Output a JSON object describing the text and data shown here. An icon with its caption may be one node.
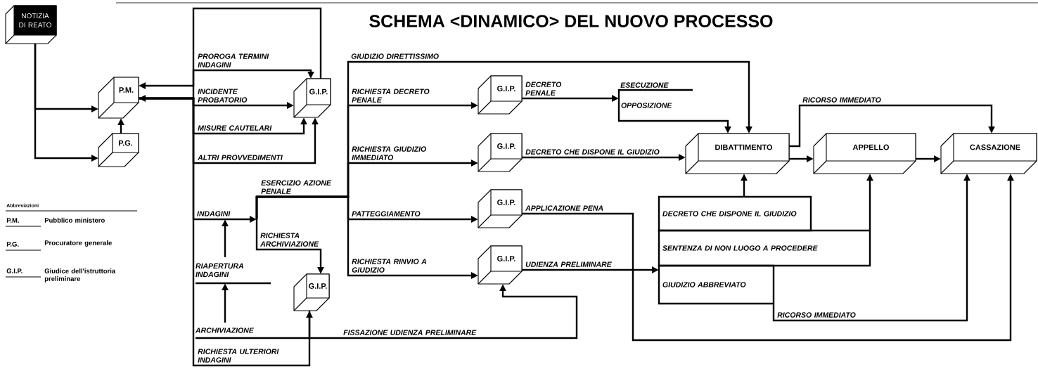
{
  "diagram": {
    "title": "SCHEMA <DINAMICO> DEL NUOVO PROCESSO",
    "nodes": [
      {
        "text": [
          "NOTIZIA DI REATO"
        ]
      },
      {
        "text": [
          "P.M."
        ]
      },
      {
        "text": [
          "P.G."
        ]
      },
      {
        "text": [
          "G.I.P."
        ]
      },
      {
        "text": [
          "INDAGINI"
        ]
      },
      {
        "text": [
          "RIAPERTURA INDAGINI"
        ]
      },
      {
        "text": [
          "ARCHIVIAZIONE"
        ]
      },
      {
        "text": [
          "G.I.P."
        ]
      },
      {
        "text": [
          "G.I.P."
        ]
      },
      {
        "text": [
          "G.I.P."
        ]
      },
      {
        "text": [
          "G.I.P."
        ]
      },
      {
        "text": [
          "G.I.P."
        ]
      },
      {
        "text": [
          "ESECUZIONE",
          "OPPOSIZIONE"
        ]
      },
      {
        "text": [
          "DIBATTIMENTO"
        ]
      },
      {
        "text": [
          "APPELLO"
        ]
      },
      {
        "text": [
          "CASSAZIONE"
        ]
      },
      {
        "text": [
          "DECRETO CHE DISPONE IL GIUDIZIO"
        ]
      },
      {
        "text": [
          "SENTENZA DI NON LUOGO A PROCEDERE"
        ]
      },
      {
        "text": [
          "GIUDIZIO ABBREVIATO"
        ]
      }
    ],
    "edges": [
      {
        "from": 0,
        "to": 1,
        "arrow": "to"
      },
      {
        "from": 0,
        "to": 2,
        "arrow": "to"
      },
      {
        "from": 2,
        "to": 1,
        "arrow": "to"
      },
      {
        "from": 3,
        "to": 1,
        "arrow": "to"
      },
      {
        "from": 1,
        "to": 3,
        "arrow": "to",
        "label": "PROROGA TERMINI INDAGINI"
      },
      {
        "from": 1,
        "to": 3,
        "arrow": "to",
        "label": "INCIDENTE PROBATORIO"
      },
      {
        "from": 1,
        "to": 3,
        "arrow": "to",
        "label": "MISURE CAUTELARI"
      },
      {
        "from": 1,
        "to": 3,
        "arrow": "to",
        "label": "ALTRI PROVVEDIMENTI"
      },
      {
        "from": 1,
        "to": 7,
        "arrow": "both",
        "label": "RICHIESTA ULTERIORI INDAGINI"
      },
      {
        "from": 1,
        "to": 4,
        "arrow": "to"
      },
      {
        "from": 4,
        "to": 7,
        "arrow": "to",
        "label": "RICHIESTA ARCHIVIAZIONE"
      },
      {
        "from": 4,
        "to": 13,
        "arrow": "to",
        "label": "GIUDIZIO DIRETTISSIMO"
      },
      {
        "from": 4,
        "to": 8,
        "arrow": "to",
        "label": "RICHIESTA DECRETO PENALE"
      },
      {
        "from": 4,
        "to": 9,
        "arrow": "to",
        "label": "RICHIESTA GIUDIZIO IMMEDIATO"
      },
      {
        "from": 4,
        "to": 10,
        "arrow": "to",
        "label": "PATTEGGIAMENTO"
      },
      {
        "from": 4,
        "to": 11,
        "arrow": "to",
        "label": "RICHIESTA RINVIO A GIUDIZIO"
      },
      {
        "from": 8,
        "to": 12,
        "arrow": "to",
        "label": "DECRETO PENALE"
      },
      {
        "from": 12,
        "to": 13,
        "arrow": "to"
      },
      {
        "from": 9,
        "to": 13,
        "arrow": "to",
        "label": "DECRETO CHE DISPONE IL GIUDIZIO"
      },
      {
        "from": 10,
        "to": 15,
        "arrow": "to",
        "label": "APPLICAZIONE PENA"
      },
      {
        "from": 11,
        "to": 18,
        "arrow": "to",
        "label": "UDIENZA PRELIMINARE"
      },
      {
        "from": 7,
        "to": 6,
        "arrow": "none"
      },
      {
        "from": 6,
        "to": 5,
        "arrow": "to"
      },
      {
        "from": 5,
        "to": 4,
        "arrow": "to"
      },
      {
        "from": 7,
        "to": 11,
        "arrow": "to",
        "label": "FISSAZIONE UDIENZA PRELIMINARE"
      },
      {
        "from": 16,
        "to": 13,
        "arrow": "to"
      },
      {
        "from": 17,
        "to": 14,
        "arrow": "to"
      },
      {
        "from": 18,
        "to": 15,
        "arrow": "to",
        "label": "RICORSO IMMEDIATO"
      },
      {
        "from": 13,
        "to": 14,
        "arrow": "to"
      },
      {
        "from": 14,
        "to": 15,
        "arrow": "to"
      },
      {
        "from": 13,
        "to": 15,
        "arrow": "to",
        "label": "RICORSO IMMEDIATO"
      }
    ],
    "labels": [
      "ESERCIZIO AZIONE PENALE",
      "Abbreviazioni",
      "P.M.",
      "Pubblico ministero",
      "P.G.",
      "Procuratore generale",
      "G.I.P.",
      "Giudice dell'istruttoria preliminare"
    ]
  }
}
